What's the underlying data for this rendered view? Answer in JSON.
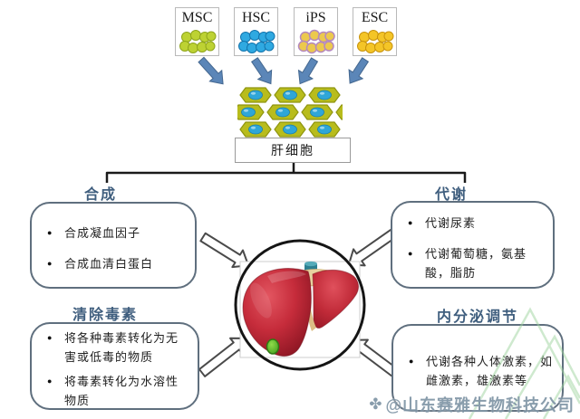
{
  "stem_cells": [
    {
      "label": "MSC",
      "cell_color": "#bdd233"
    },
    {
      "label": "HSC",
      "cell_color": "#2fa9e1"
    },
    {
      "label": "iPS",
      "cell_color": "#ecc94d"
    },
    {
      "label": "ESC",
      "cell_color": "#f4c527"
    }
  ],
  "hepatocyte_label": "肝细胞",
  "functions": [
    {
      "title": "合成",
      "items": [
        "合成凝血因子",
        "合成血清白蛋白"
      ]
    },
    {
      "title": "代谢",
      "items": [
        "代谢尿素",
        "代谢葡萄糖，氨基酸，脂肪"
      ]
    },
    {
      "title": "清除毒素",
      "items": [
        "将各种毒素转化为无害或低毒的物质",
        "将毒素转化为水溶性物质"
      ]
    },
    {
      "title": "内分泌调节",
      "items": [
        "代谢各种人体激素，如雌激素，雄激素等"
      ]
    }
  ],
  "center_image": "liver-illustration",
  "watermark": {
    "logo_char": "✤",
    "text": "@山东赛雅生物科技公司"
  },
  "colors": {
    "title_blue": "#3f5e7e",
    "box_border": "#5f6f7e",
    "arrow_blue": "#5b86b8",
    "hepatocyte_green": "#b8bc1c",
    "nucleus_blue": "#2fa6d8",
    "liver_red": "#b5202e",
    "gallbladder_green": "#4aa226",
    "watermark_gray": "#8095a6",
    "watermark_green": "#9fd49f"
  }
}
